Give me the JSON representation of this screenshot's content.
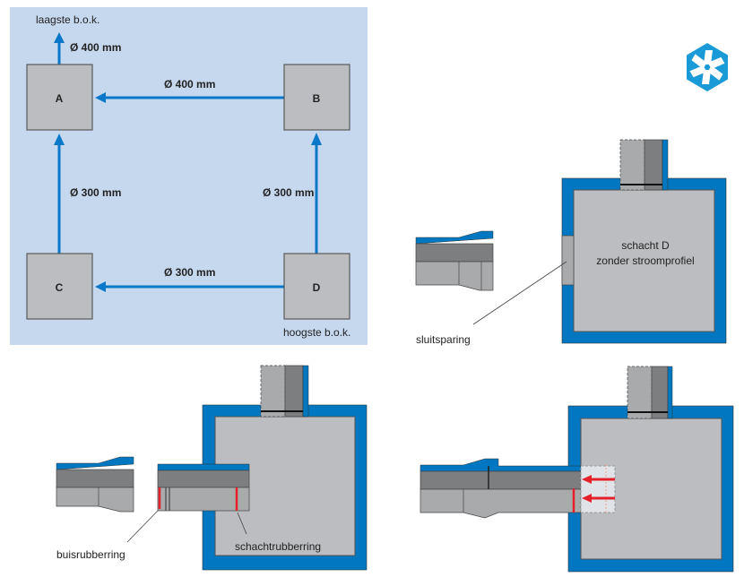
{
  "overview": {
    "lowest_label": "laagste b.o.k.",
    "highest_label": "hoogste b.o.k.",
    "shafts": [
      "A",
      "B",
      "C",
      "D"
    ],
    "outlet_label": "Ø 400 mm",
    "pipe_b_a": "Ø 400 mm",
    "pipe_c_a": "Ø 300 mm",
    "pipe_d_b": "Ø 300 mm",
    "pipe_d_c": "Ø 300 mm"
  },
  "step1": {
    "shaft_title": "schacht D",
    "shaft_subtitle": "zonder stroomprofiel",
    "recess_label": "sluitsparing"
  },
  "step2": {
    "pipe_ring_label": "buisrubberring",
    "shaft_ring_label": "schachtrubberring"
  },
  "colors": {
    "panel": "#c6d8ee",
    "brand_blue": "#0077c0",
    "ring_red": "#e4202a",
    "concrete": "#bcbdc0"
  },
  "logo": {
    "icon": "pinwheel-hexagon-logo"
  }
}
